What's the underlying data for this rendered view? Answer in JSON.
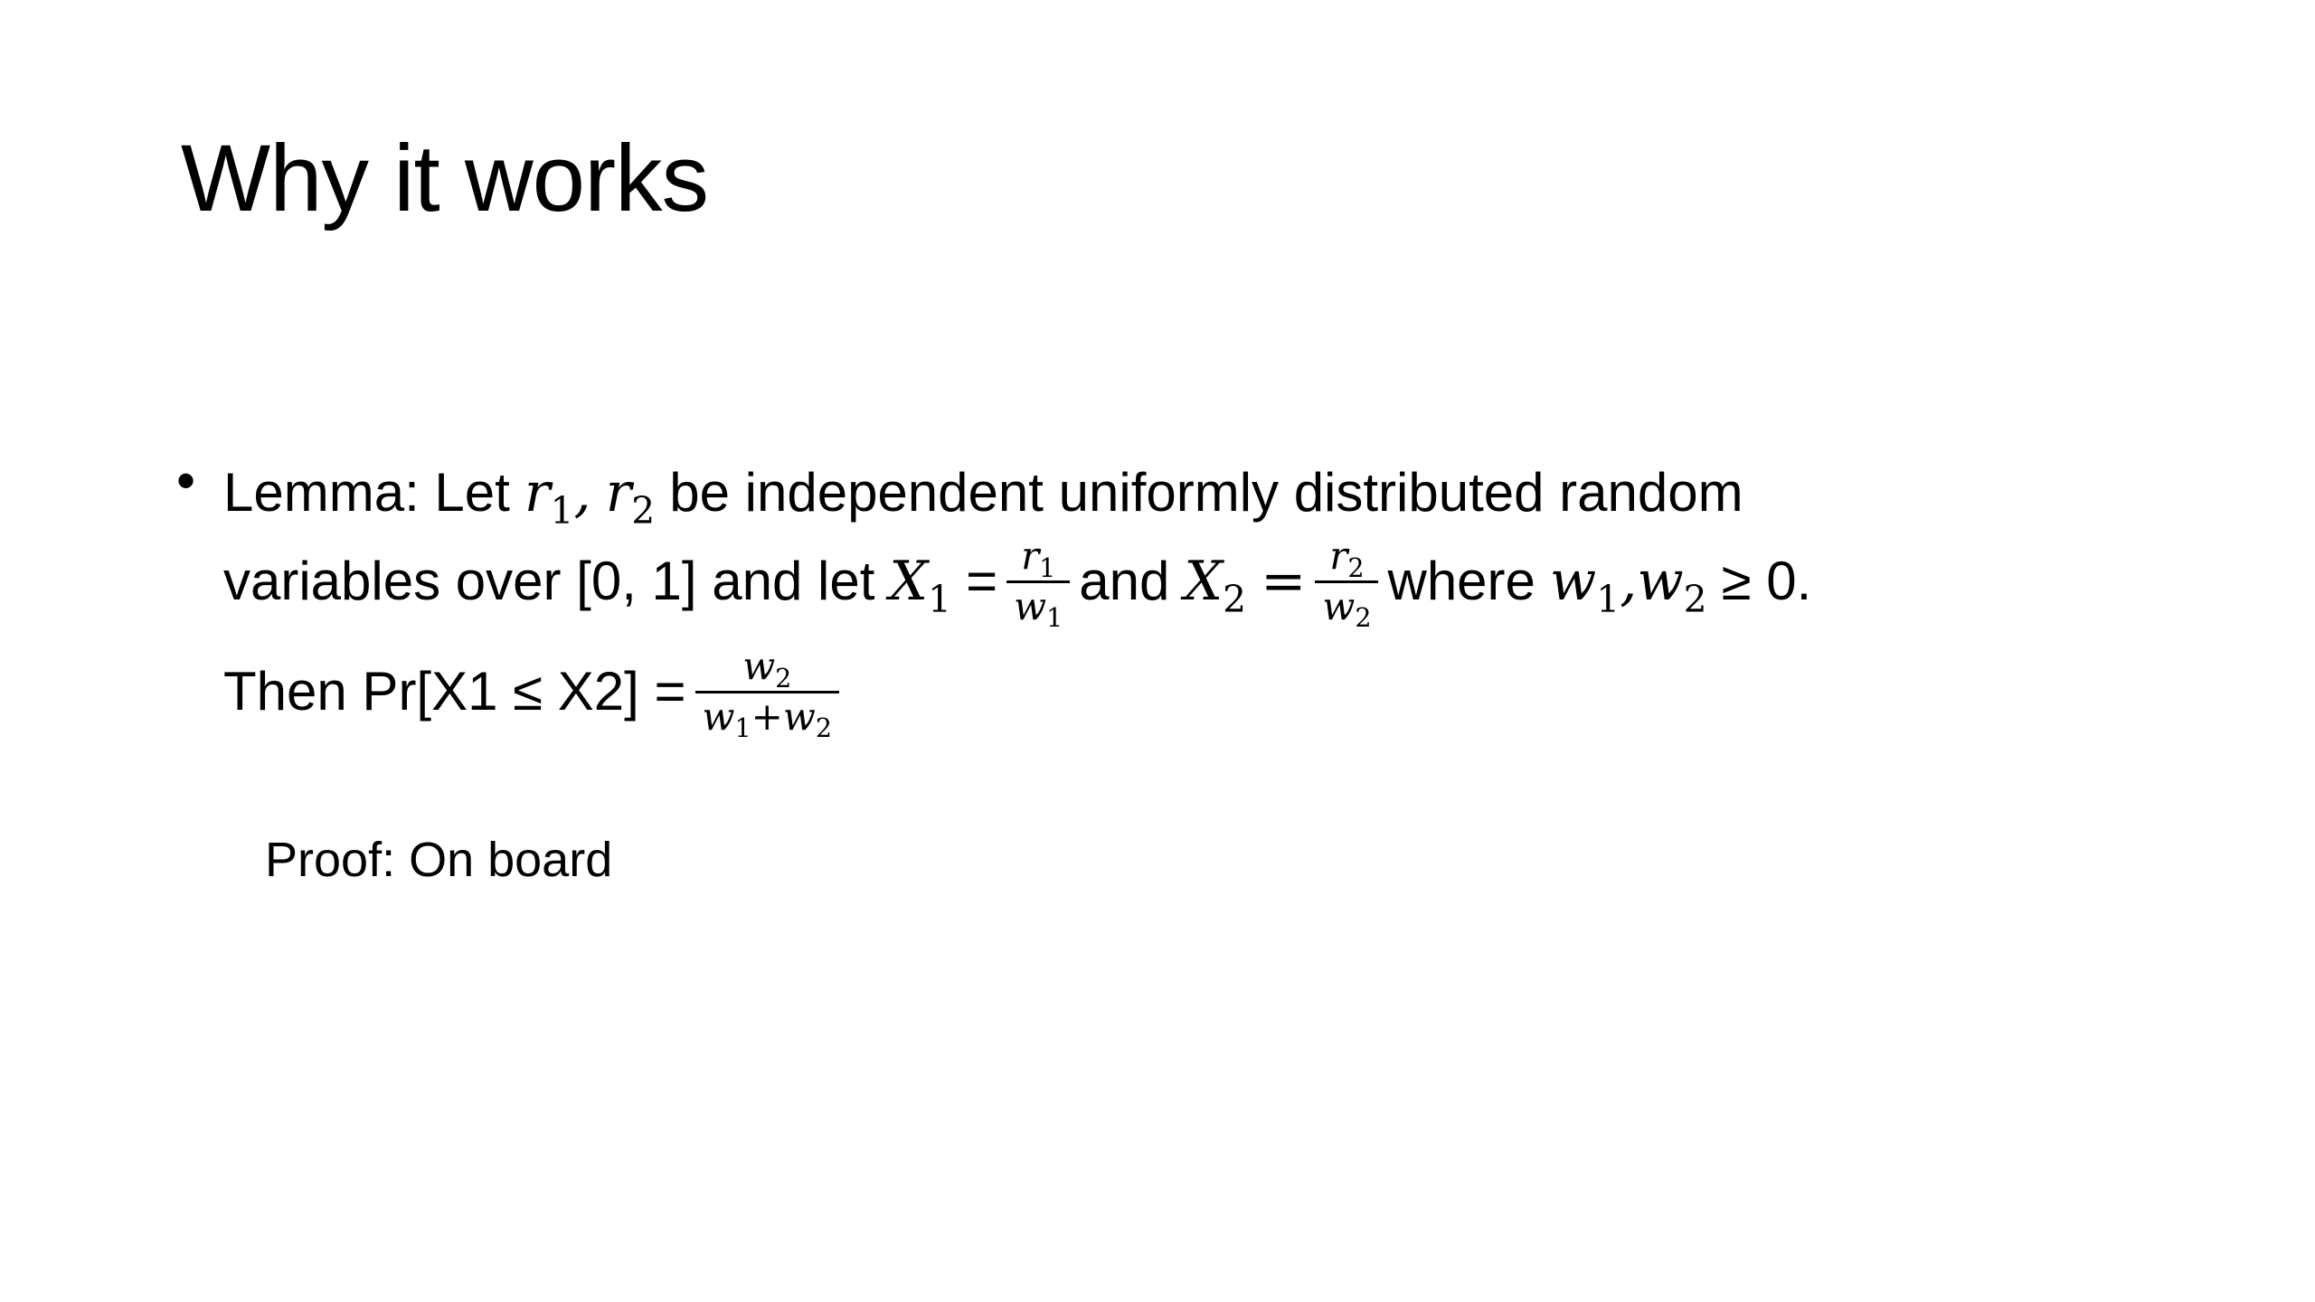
{
  "slide": {
    "title": "Why it works",
    "bullet": {
      "marker": "•",
      "lemma_prefix": "Lemma: Let",
      "r": "r",
      "sub1": "1",
      "sub2": "2",
      "comma": ",",
      "text_be": "be independent uniformly distributed random",
      "text_variables": "variables over [0, 1] and let",
      "X": "X",
      "eq": "=",
      "and": "and",
      "w": "w",
      "where": "where",
      "geq_zero": "≥ 0.",
      "then": "Then Pr[X1 ≤ X2] =",
      "plus": "+"
    },
    "proof": "Proof: On board"
  }
}
